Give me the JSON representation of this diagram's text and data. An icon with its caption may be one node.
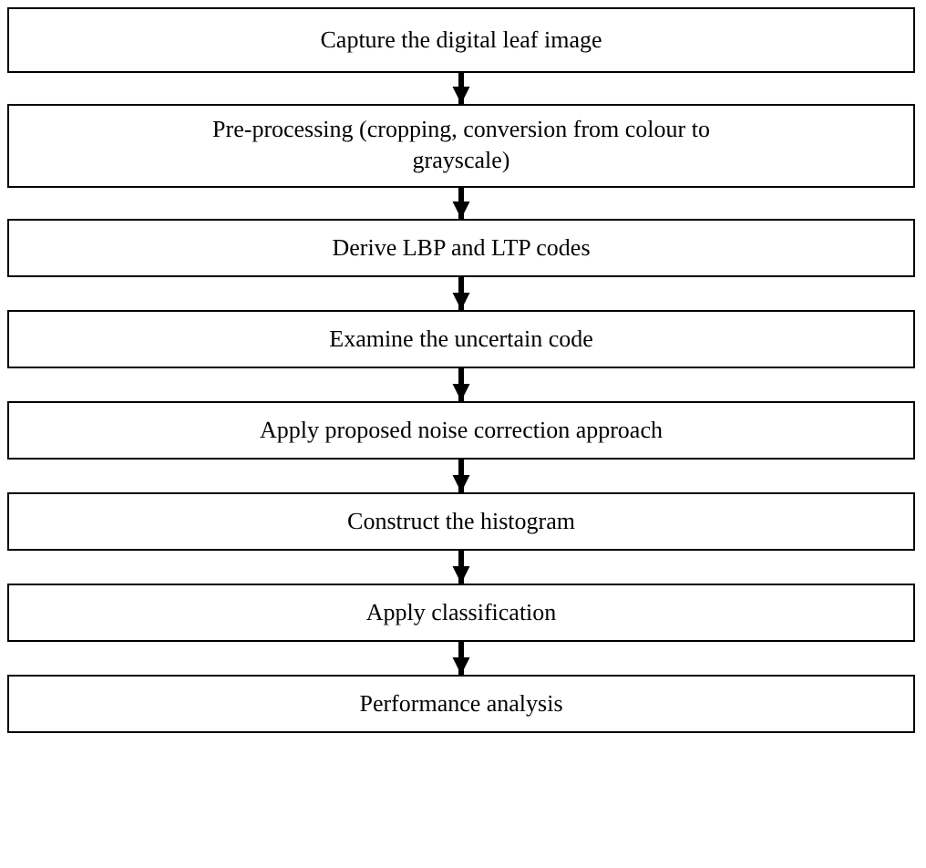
{
  "diagram": {
    "nodes": [
      {
        "text": [
          "Capture the digital leaf image"
        ]
      },
      {
        "text": [
          "Pre-processing (cropping, conversion from colour to grayscale)"
        ]
      },
      {
        "text": [
          "Derive LBP and LTP codes"
        ]
      },
      {
        "text": [
          "Examine the uncertain code"
        ]
      },
      {
        "text": [
          "Apply proposed noise correction approach"
        ]
      },
      {
        "text": [
          "Construct the histogram"
        ]
      },
      {
        "text": [
          "Apply classification"
        ]
      },
      {
        "text": [
          "Performance analysis"
        ]
      }
    ],
    "edges": [
      {
        "from": 0,
        "to": 1,
        "arrow": "to"
      },
      {
        "from": 1,
        "to": 2,
        "arrow": "to"
      },
      {
        "from": 2,
        "to": 3,
        "arrow": "to"
      },
      {
        "from": 3,
        "to": 4,
        "arrow": "to"
      },
      {
        "from": 4,
        "to": 5,
        "arrow": "to"
      },
      {
        "from": 5,
        "to": 6,
        "arrow": "to"
      },
      {
        "from": 6,
        "to": 7,
        "arrow": "to"
      }
    ]
  }
}
